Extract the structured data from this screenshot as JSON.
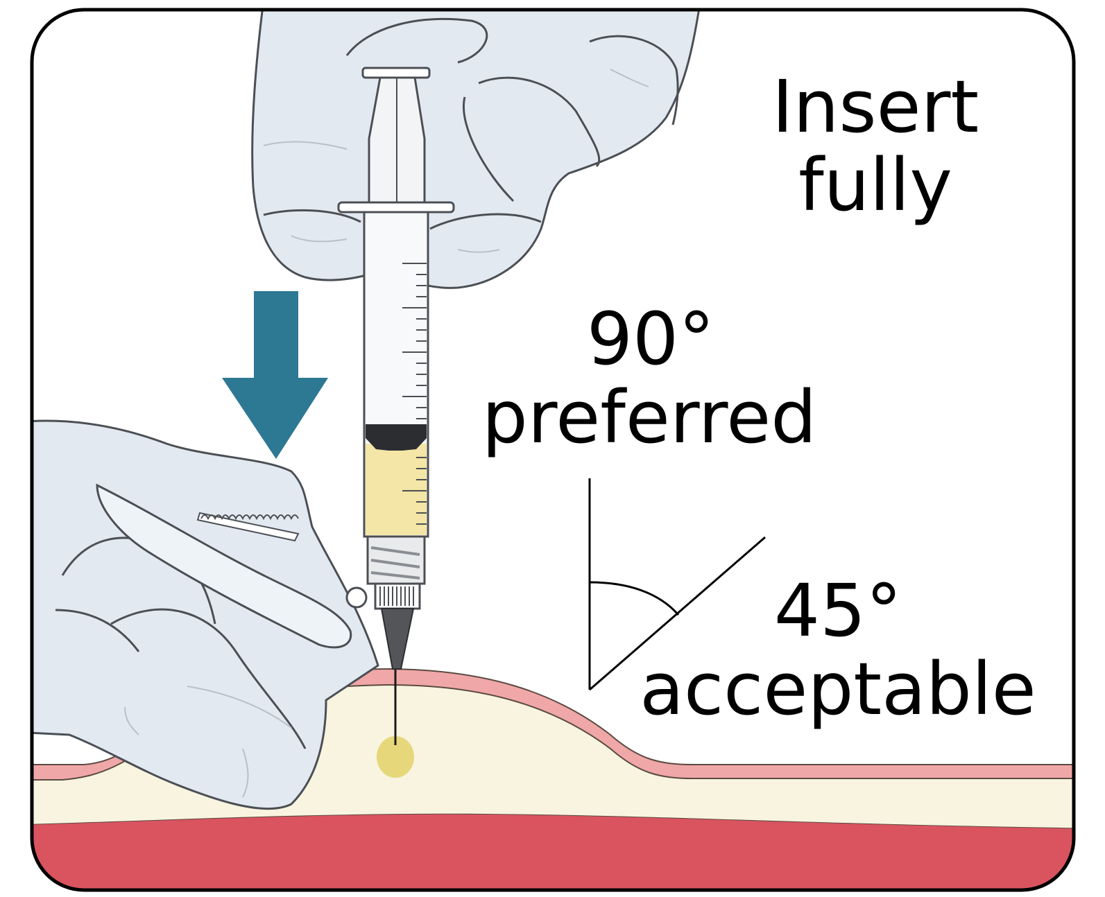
{
  "instruction": {
    "line1": "Insert",
    "line2": "fully"
  },
  "angles": {
    "preferred_value": "90°",
    "preferred_label": "preferred",
    "acceptable_value": "45°",
    "acceptable_label": "acceptable"
  },
  "colors": {
    "glove": "#e2e9f1",
    "glove_outline": "#4b4f54",
    "arrow": "#2d7893",
    "skin_top": "#f0a7a8",
    "fat_layer": "#f8f4e0",
    "muscle": "#d9545f",
    "medication": "#f3e6a6",
    "drop": "#e6d77a",
    "needle_hub": "#545559"
  },
  "icons": {
    "arrow": "down-arrow-icon"
  }
}
